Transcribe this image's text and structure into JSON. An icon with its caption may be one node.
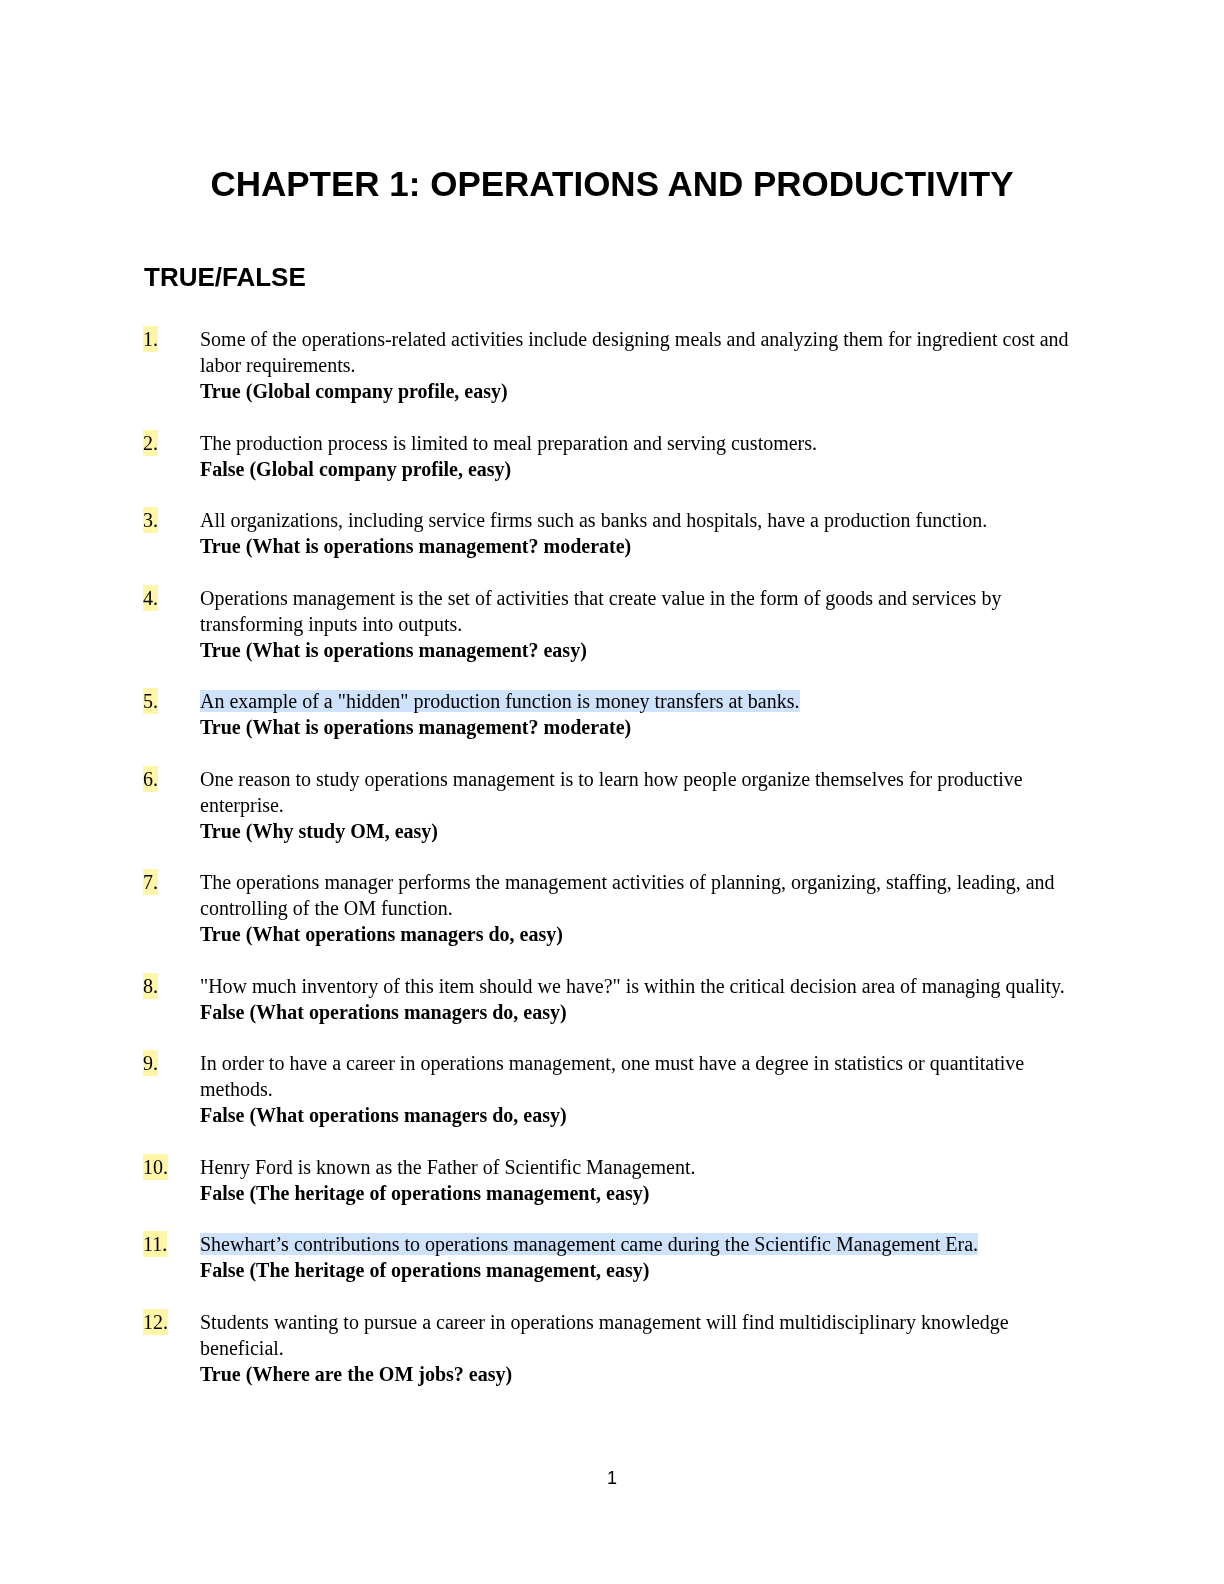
{
  "diagram": {
    "title": "CHAPTER 1: OPERATIONS AND PRODUCTIVITY",
    "labels": [
      "TRUE/FALSE",
      "1.",
      "Some of the operations-related activities include designing meals and analyzing them for ingredient cost and labor requirements.",
      "True (Global company profile, easy)",
      "2.",
      "The production process is limited to meal preparation and serving customers.",
      "False (Global company profile, easy)",
      "3.",
      "All organizations, including service firms such as banks and hospitals, have a production function.",
      "True (What is operations management? moderate)",
      "4.",
      "Operations management is the set of activities that create value in the form of goods and services by transforming inputs into outputs.",
      "True (What is operations management? easy)",
      "5.",
      "An example of a \"hidden\" production function is money transfers at banks.",
      "True (What is operations management? moderate)",
      "6.",
      "One reason to study operations management is to learn how people organize themselves for productive enterprise.",
      "True (Why study OM, easy)",
      "7.",
      "The operations manager performs the management activities of planning, organizing, staffing, leading, and controlling of the OM function.",
      "True (What operations managers do, easy)",
      "8.",
      "\"How much inventory of this item should we have?\" is within the critical decision area of managing quality.",
      "False (What operations managers do, easy)",
      "9.",
      "In order to have a career in operations management, one must have a degree in statistics or quantitative methods.",
      "False (What operations managers do, easy)",
      "10.",
      "Henry Ford is known as the Father of Scientific Management.",
      "False (The heritage of operations management, easy)",
      "11.",
      "Shewhart’s contributions to operations management came during the Scientific Management Era.",
      "False (The heritage of operations management, easy)",
      "12.",
      "Students wanting to pursue a career in operations management will find multidisciplinary knowledge beneficial.",
      "True (Where are the OM jobs? easy)",
      "1"
    ]
  }
}
